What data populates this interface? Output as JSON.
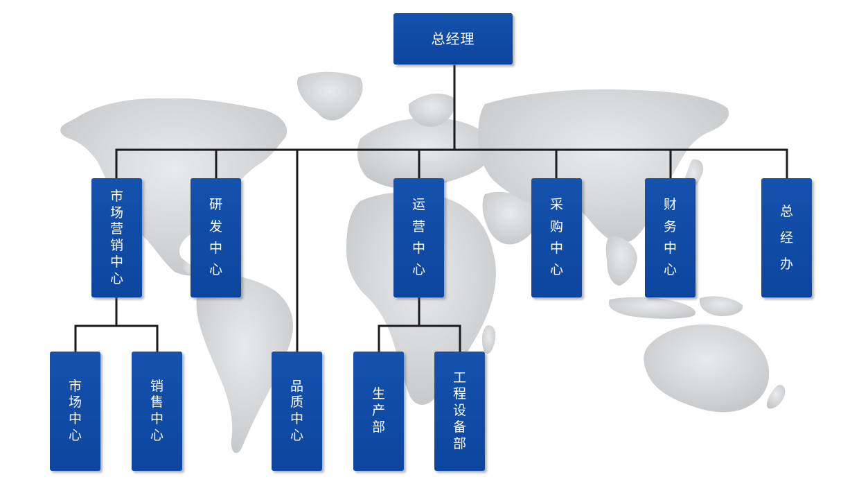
{
  "org_chart": {
    "root": {
      "name": "总经理"
    },
    "departments": [
      {
        "name": "市场营销中心",
        "children": [
          {
            "name": "市场中心"
          },
          {
            "name": "销售中心"
          }
        ]
      },
      {
        "name": "研发中心",
        "children": []
      },
      {
        "name": "品质中心",
        "children": []
      },
      {
        "name": "运营中心",
        "children": [
          {
            "name": "生产部"
          },
          {
            "name": "工程设备部"
          }
        ]
      },
      {
        "name": "采购中心",
        "children": []
      },
      {
        "name": "财务中心",
        "children": []
      },
      {
        "name": "总经办",
        "children": []
      }
    ]
  },
  "colors": {
    "node_fill": "#0d47a1",
    "node_text": "#ffffff",
    "connector": "#1a1a1a",
    "map_land": "#c9cacc"
  }
}
